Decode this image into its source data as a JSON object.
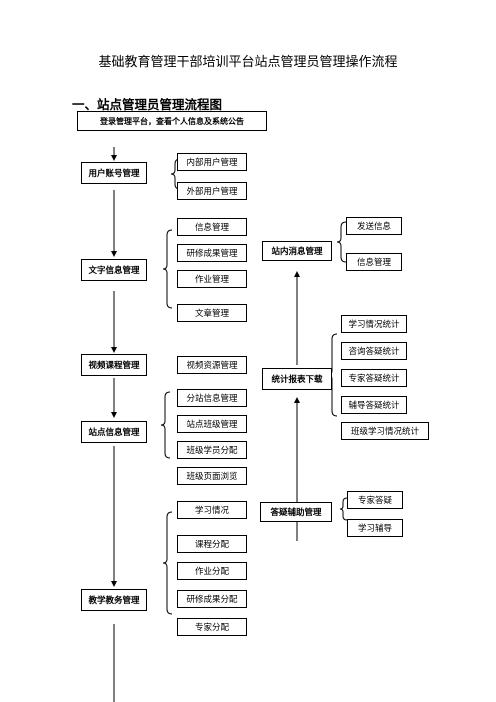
{
  "doc_title": "基础教育管理干部培训平台站点管理员管理操作流程",
  "section_heading": "一、站点管理员管理流程图",
  "login_box": "登录管理平台，查看个人信息及系统公告",
  "left_main": {
    "user_account": "用户账号管理",
    "text_info": "文字信息管理",
    "video_course": "视频课程管理",
    "site_info": "站点信息管理",
    "teaching_admin": "教学教务管理"
  },
  "user_account_items": [
    "内部用户管理",
    "外部用户管理"
  ],
  "text_info_items": [
    "信息管理",
    "研修成果管理",
    "作业管理",
    "文章管理"
  ],
  "video_items": [
    "视频资源管理"
  ],
  "site_info_items": [
    "分站信息管理",
    "站点班级管理",
    "班级学员分配",
    "班级页面浏览"
  ],
  "teaching_items": [
    "学习情况",
    "课程分配",
    "作业分配",
    "研修成果分配",
    "专家分配"
  ],
  "right_main": {
    "message": "站内消息管理",
    "stats": "统计报表下载",
    "qa": "答疑辅助管理"
  },
  "message_items": [
    "发送信息",
    "信息管理"
  ],
  "stats_items": [
    "学习情况统计",
    "咨询答疑统计",
    "专家答疑统计",
    "辅导答疑统计",
    "班级学习情况统计"
  ],
  "qa_items": [
    "专家答疑",
    "学习辅导"
  ]
}
